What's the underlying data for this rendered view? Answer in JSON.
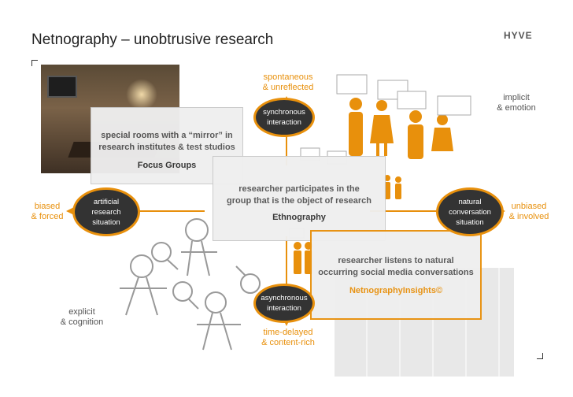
{
  "slide": {
    "title": "Netnography – unobtrusive research",
    "logo": "HYVE"
  },
  "axis_labels": {
    "top": "spontaneous\n& unreflected",
    "bottom": "time-delayed\n& content-rich",
    "left": "biased\n& forced",
    "right": "unbiased\n& involved",
    "top_right": "implicit\n& emotion",
    "bottom_left": "explicit\n& cognition"
  },
  "nodes": {
    "synchronous": "synchronous\ninteraction",
    "asynchronous": "asynchronous\ninteraction",
    "artificial": "artificial\nresearch\nsituation",
    "natural": "natural\nconversation\nsituation"
  },
  "boxes": {
    "focus": {
      "desc": "special rooms with a “mirror” in\nresearch institutes & test studios",
      "name": "Focus Groups"
    },
    "ethnography": {
      "desc": "researcher participates in the\ngroup that is the object of research",
      "name": "Ethnography"
    },
    "netnography": {
      "desc": "researcher listens to natural\noccurring social media conversations",
      "name": "NetnographyInsights©"
    }
  },
  "colors": {
    "accent": "#e8900c",
    "node_fill": "#333333",
    "box_fill": "#efefef"
  }
}
